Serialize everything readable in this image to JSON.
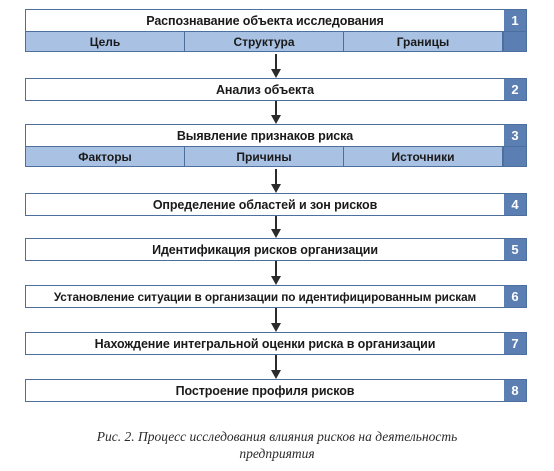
{
  "steps": [
    {
      "num": "1",
      "title": "Распознавание объекта исследования",
      "sub": [
        "Цель",
        "Структура",
        "Границы"
      ]
    },
    {
      "num": "2",
      "title": "Анализ объекта",
      "sub": []
    },
    {
      "num": "3",
      "title": "Выявление признаков риска",
      "sub": [
        "Факторы",
        "Причины",
        "Источники"
      ]
    },
    {
      "num": "4",
      "title": "Определение областей и зон рисков",
      "sub": []
    },
    {
      "num": "5",
      "title": "Идентификация рисков организации",
      "sub": []
    },
    {
      "num": "6",
      "title": "Установление ситуации в организации по идентифицированным рискам",
      "sub": []
    },
    {
      "num": "7",
      "title": "Нахождение интегральной оценки риска в организации",
      "sub": []
    },
    {
      "num": "8",
      "title": "Построение профиля рисков",
      "sub": []
    }
  ],
  "caption": {
    "line1": "Рис. 2. Процесс исследования влияния рисков на деятельность",
    "line2": "предприятия"
  },
  "colors": {
    "border": "#4d6f9e",
    "number_bg": "#5b7fb2",
    "sub_bg": "#a9c1e2"
  }
}
